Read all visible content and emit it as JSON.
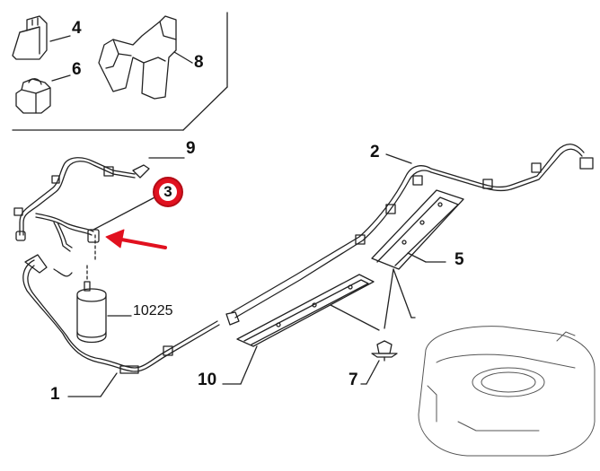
{
  "callouts": {
    "c1": "1",
    "c2": "2",
    "c3": "3",
    "c4": "4",
    "c5": "5",
    "c6": "6",
    "c7": "7",
    "c8": "8",
    "c9": "9",
    "c10": "10",
    "c10225": "10225"
  },
  "colors": {
    "line": "#222222",
    "accent": "#e1111f"
  }
}
